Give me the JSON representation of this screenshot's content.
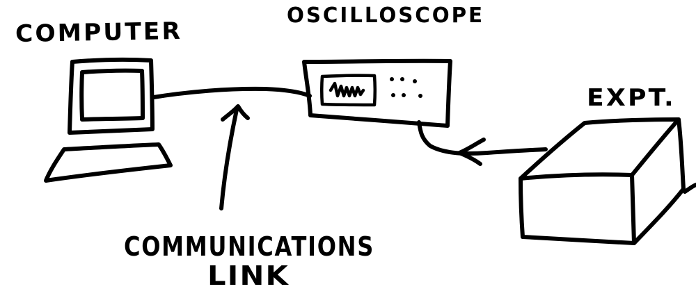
{
  "labels": {
    "computer": "COMPUTER",
    "oscilloscope": "OSCILLOSCOPE",
    "experiment": "EXPT.",
    "communications_line1": "COMMUNICATIONS",
    "communications_line2": "LINK"
  },
  "colors": {
    "ink": "#000000",
    "background": "#ffffff"
  }
}
